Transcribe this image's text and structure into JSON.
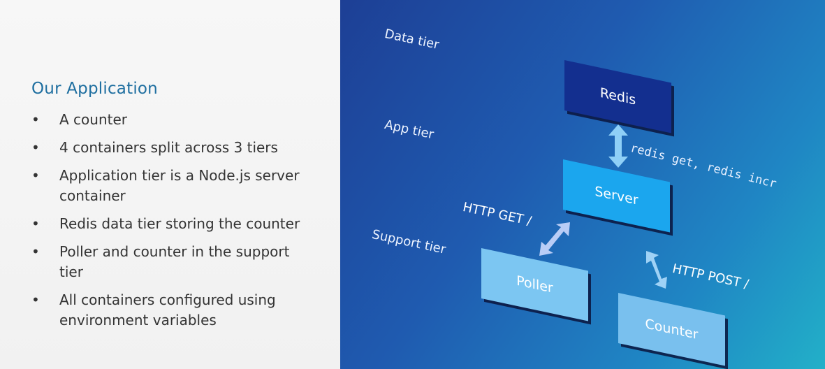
{
  "left": {
    "heading": "Our Application",
    "bullets": [
      {
        "marker": "•",
        "text": "A counter"
      },
      {
        "marker": "•",
        "text": "4 containers split across 3 tiers"
      },
      {
        "marker": "•",
        "text": "Application tier is a Node.js server container"
      },
      {
        "marker": "•",
        "text": "Redis data tier storing the counter"
      },
      {
        "marker": "•",
        "text": "Poller and counter in the support tier"
      },
      {
        "marker": "•",
        "text": "All containers configured using environment variables"
      }
    ]
  },
  "diagram": {
    "tiers": {
      "data": "Data tier",
      "app": "App tier",
      "support": "Support tier"
    },
    "boxes": {
      "redis": "Redis",
      "server": "Server",
      "poller": "Poller",
      "counter": "Counter"
    },
    "edges": {
      "redis_server": "redis get, redis incr",
      "poller_server": "HTTP GET /",
      "counter_server": "HTTP POST /"
    },
    "colors": {
      "redis": "#132f8f",
      "server": "#1ba6ee",
      "poller": "#7cc6f2",
      "counter": "#79c0ee",
      "arrow": "#9dd4f8",
      "arrow_light": "#b9c8f5"
    }
  }
}
